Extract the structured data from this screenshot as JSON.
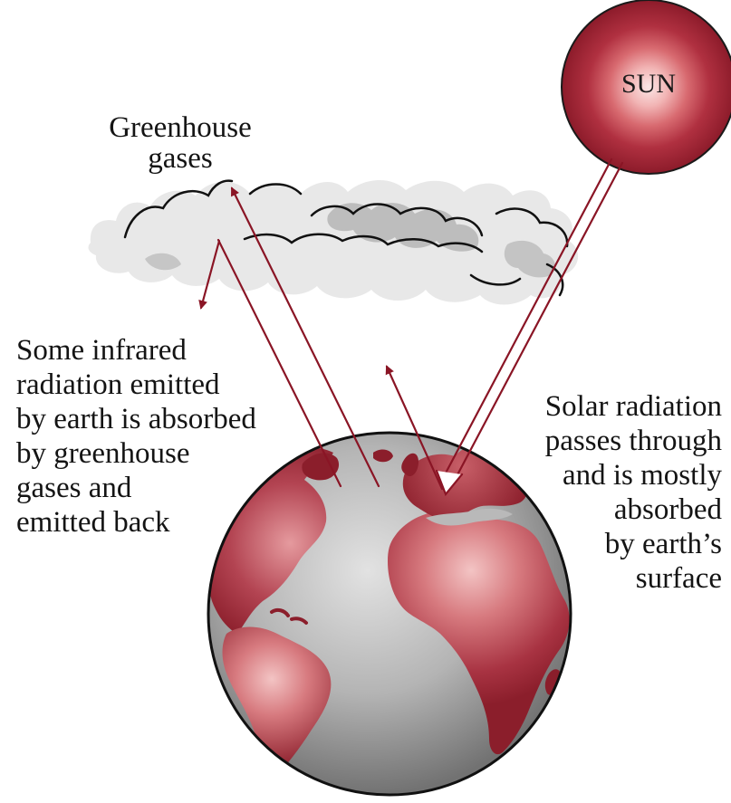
{
  "labels": {
    "sun": "SUN",
    "greenhouse_gases": "Greenhouse\ngases",
    "infrared": "Some infrared\nradiation emitted\nby earth is absorbed\nby greenhouse\ngases and\nemitted back",
    "solar": "Solar radiation\npasses through\nand is mostly\nabsorbed\nby earth’s\nsurface"
  },
  "colors": {
    "arrow": "#8a1525",
    "land_dark": "#8b1e2b",
    "land_light": "#f0b8b8",
    "ocean_light": "#dedede",
    "ocean_dark": "#6e6e6e",
    "cloud_light": "#e8e8e8",
    "cloud_shadow": "#b8b8b8"
  }
}
